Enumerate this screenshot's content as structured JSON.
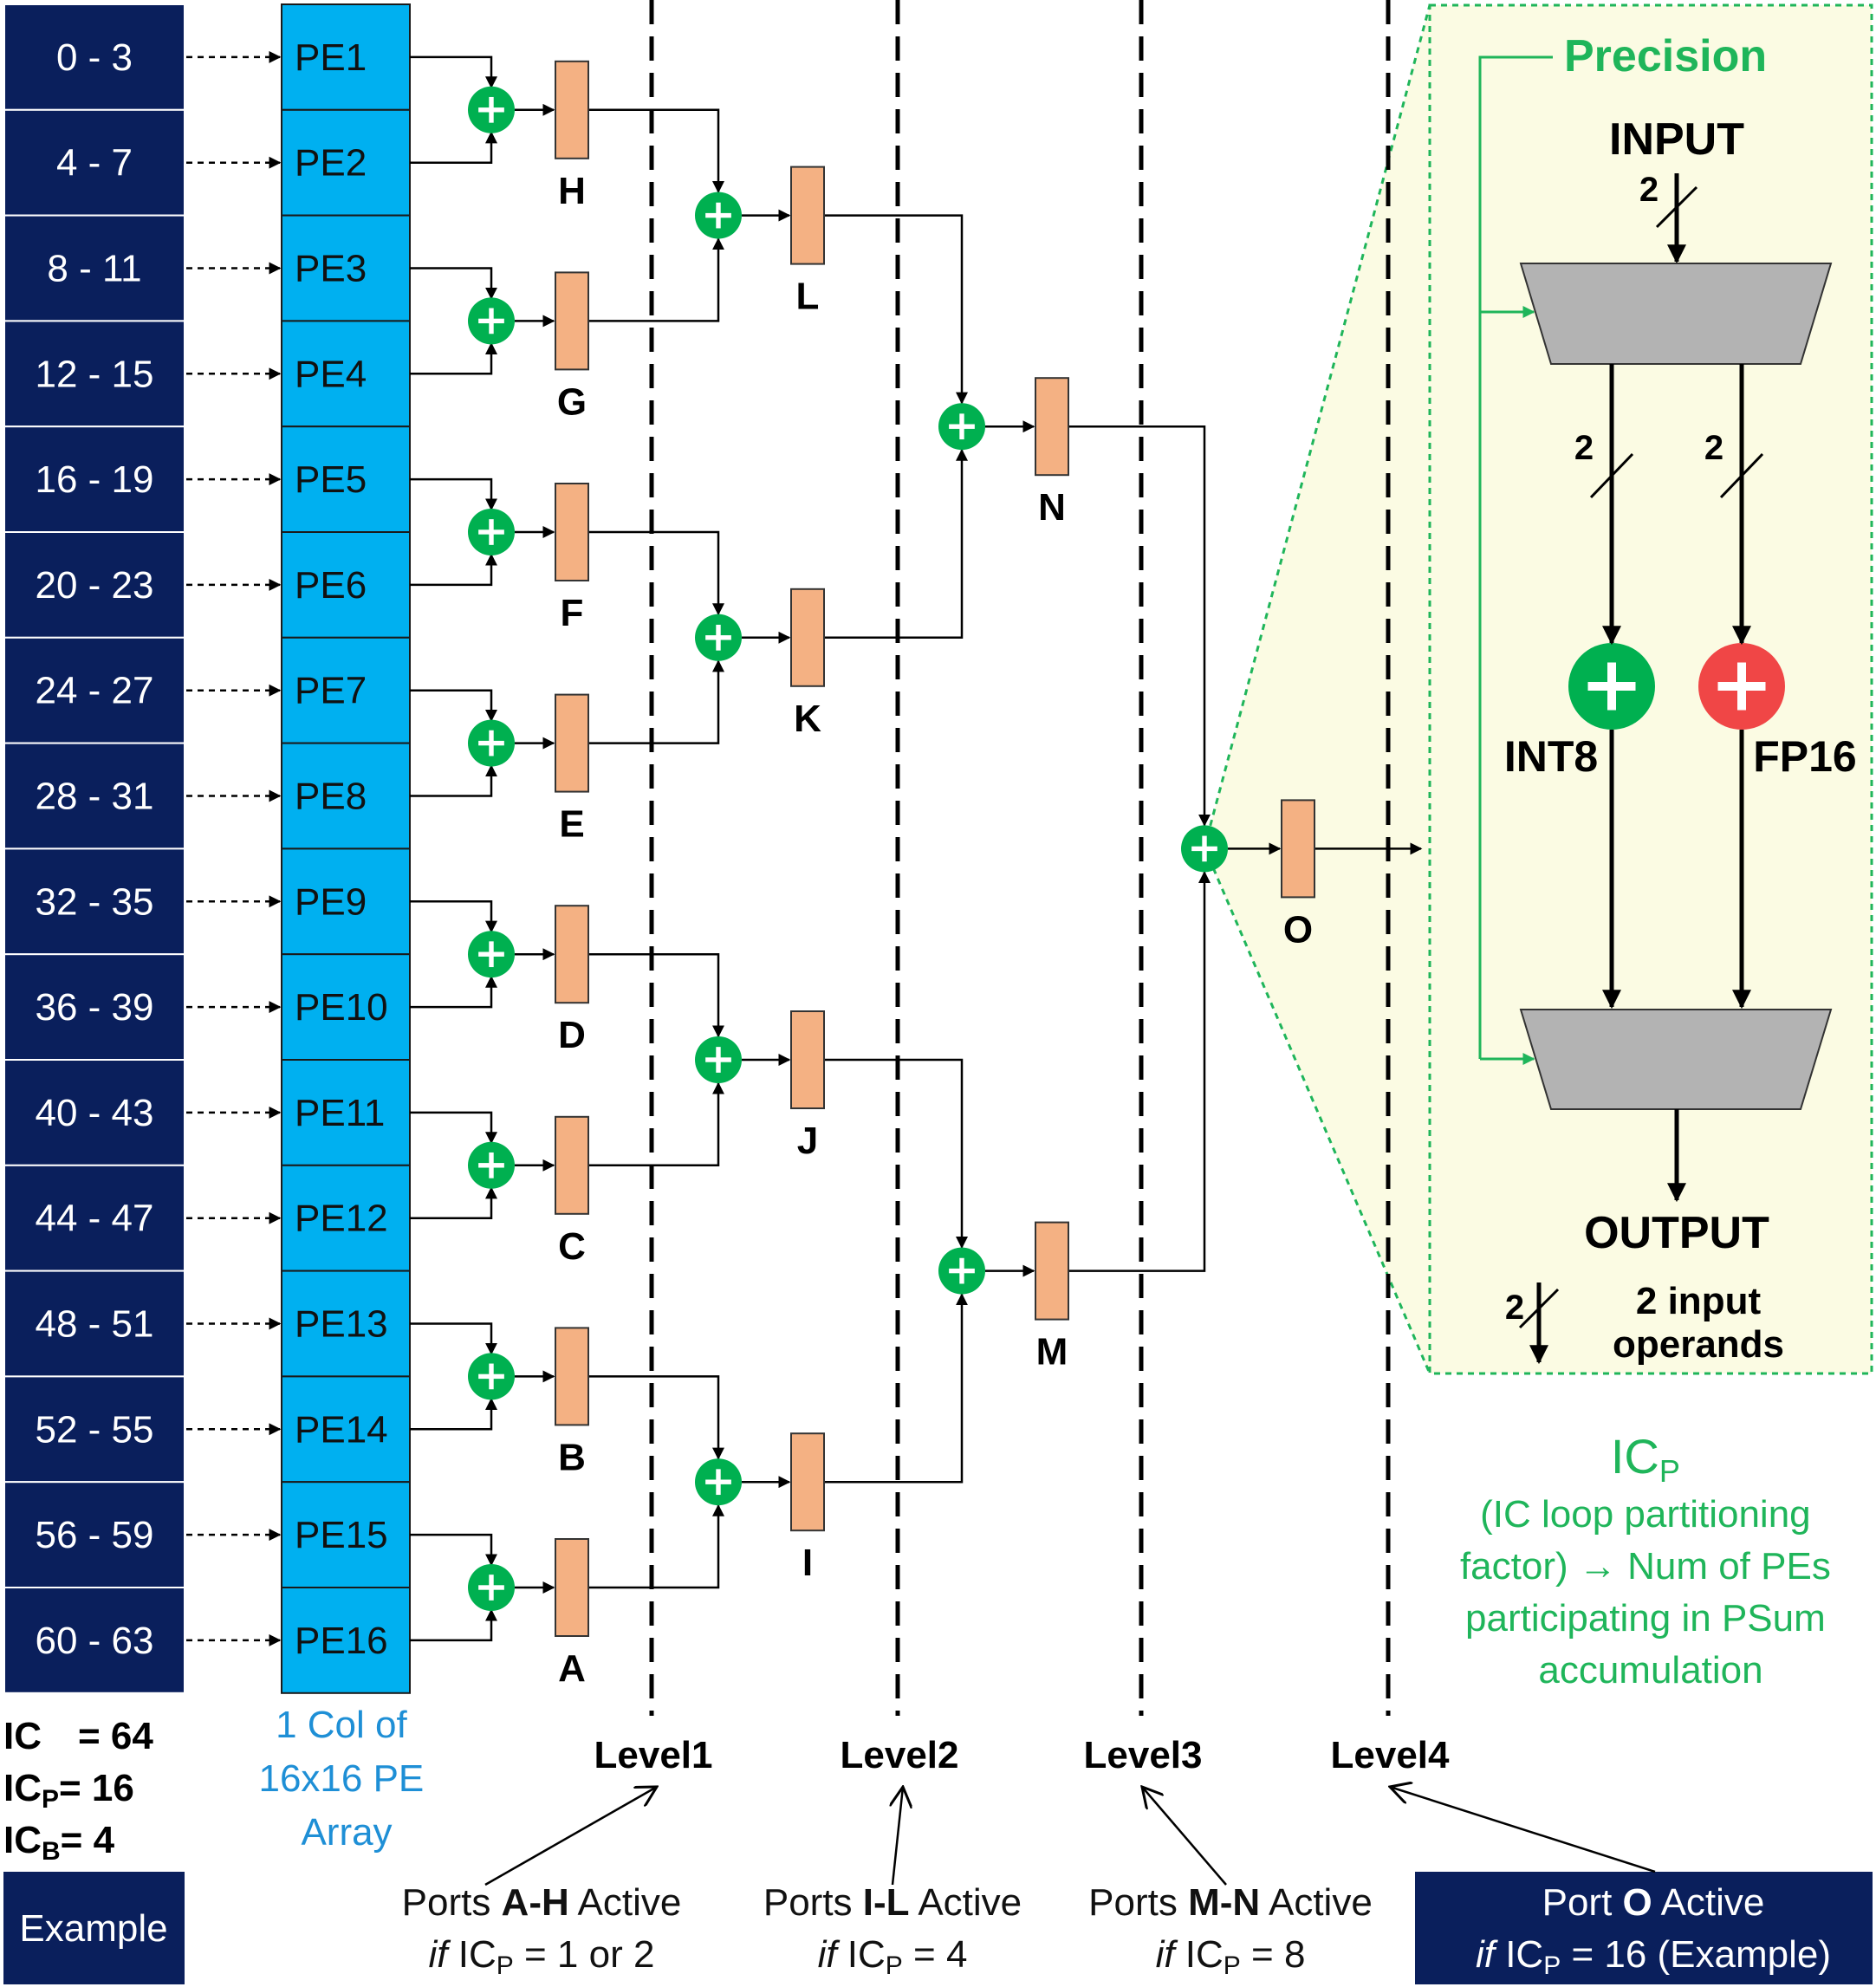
{
  "ic_ranges": [
    "0 - 3",
    "4 - 7",
    "8 - 11",
    "12 - 15",
    "16 - 19",
    "20 - 23",
    "24 - 27",
    "28 - 31",
    "32 - 35",
    "36 - 39",
    "40 - 43",
    "44 - 47",
    "48 - 51",
    "52 - 55",
    "56 - 59",
    "60 - 63"
  ],
  "pe_labels": [
    "PE1",
    "PE2",
    "PE3",
    "PE4",
    "PE5",
    "PE6",
    "PE7",
    "PE8",
    "PE9",
    "PE10",
    "PE11",
    "PE12",
    "PE13",
    "PE14",
    "PE15",
    "PE16"
  ],
  "level1_ports": [
    "H",
    "G",
    "F",
    "E",
    "D",
    "C",
    "B",
    "A"
  ],
  "level2_ports": [
    "L",
    "K",
    "J",
    "I"
  ],
  "level3_ports": [
    "N",
    "M"
  ],
  "level4_port": "O",
  "levels": [
    "Level1",
    "Level2",
    "Level3",
    "Level4"
  ],
  "params": {
    "ic": {
      "base": "IC",
      "sub": "",
      "value": "= 64"
    },
    "icp": {
      "base": "IC",
      "sub": "P",
      "value": "= 16"
    },
    "icb": {
      "base": "IC",
      "sub": "B",
      "value": "= 4"
    }
  },
  "example_label": "Example",
  "pe_array_caption": [
    "1 Col of",
    "16x16 PE",
    "Array"
  ],
  "notes": [
    {
      "pre": "Ports ",
      "bold": "A-H",
      "post": " Active",
      "line2_if": "if",
      "line2_rest": " IC",
      "line2_sub": "P",
      "line2_tail": " = 1 or 2"
    },
    {
      "pre": "Ports ",
      "bold": "I-L",
      "post": " Active",
      "line2_if": "if",
      "line2_rest": " IC",
      "line2_sub": "P",
      "line2_tail": " = 4"
    },
    {
      "pre": "Ports ",
      "bold": "M-N",
      "post": " Active",
      "line2_if": "if",
      "line2_rest": " IC",
      "line2_sub": "P",
      "line2_tail": " = 8"
    },
    {
      "pre": "Port ",
      "bold": "O",
      "post": " Active",
      "line2_if": "if",
      "line2_rest": " IC",
      "line2_sub": "P",
      "line2_tail": " = 16 (Example)"
    }
  ],
  "detail": {
    "precision": "Precision",
    "input": "INPUT",
    "output": "OUTPUT",
    "int8": "INT8",
    "fp16": "FP16",
    "bus_width": "2",
    "legend": [
      "2 input",
      "operands"
    ]
  },
  "icp_note": {
    "title_base": "IC",
    "title_sub": "P",
    "lines": [
      "(IC loop partitioning",
      "factor) → Num of PEs",
      "participating in PSum",
      "accumulation"
    ]
  },
  "colors": {
    "navy": "#0a1f5c",
    "pe_blue": "#00b0f0",
    "register": "#f4b183",
    "adder_green": "#00b050",
    "adder_red": "#f04646",
    "note_green": "#1fb55a",
    "panel_bg": "#fbfbe3",
    "mux_gray": "#b3b3b3"
  }
}
